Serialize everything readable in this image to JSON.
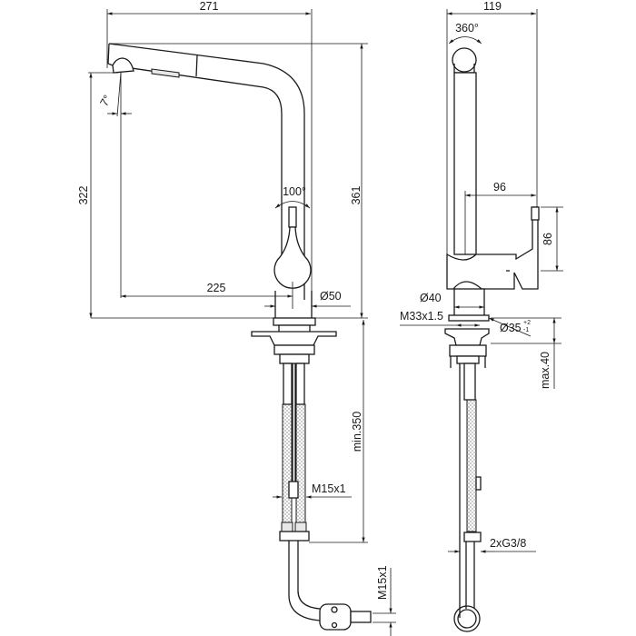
{
  "front_view": {
    "overall_width": "271",
    "overall_height": "361",
    "spout_height": "322",
    "spout_reach": "225",
    "spray_angle": "7°",
    "handle_angle": "100°",
    "body_diameter": "Ø50",
    "min_hose_length": "min.350",
    "hose_thread": "M15x1",
    "outlet_thread": "M15x1"
  },
  "side_view": {
    "overall_depth": "119",
    "swivel_angle": "360°",
    "handle_offset": "96",
    "handle_height": "86",
    "base_diameter": "Ø40",
    "mount_thread": "M33x1.5",
    "hole_diameter": "Ø35",
    "hole_tol_plus": "+2",
    "hole_tol_minus": "-1",
    "max_deck_thickness": "max.40",
    "connection": "2xG3/8"
  }
}
